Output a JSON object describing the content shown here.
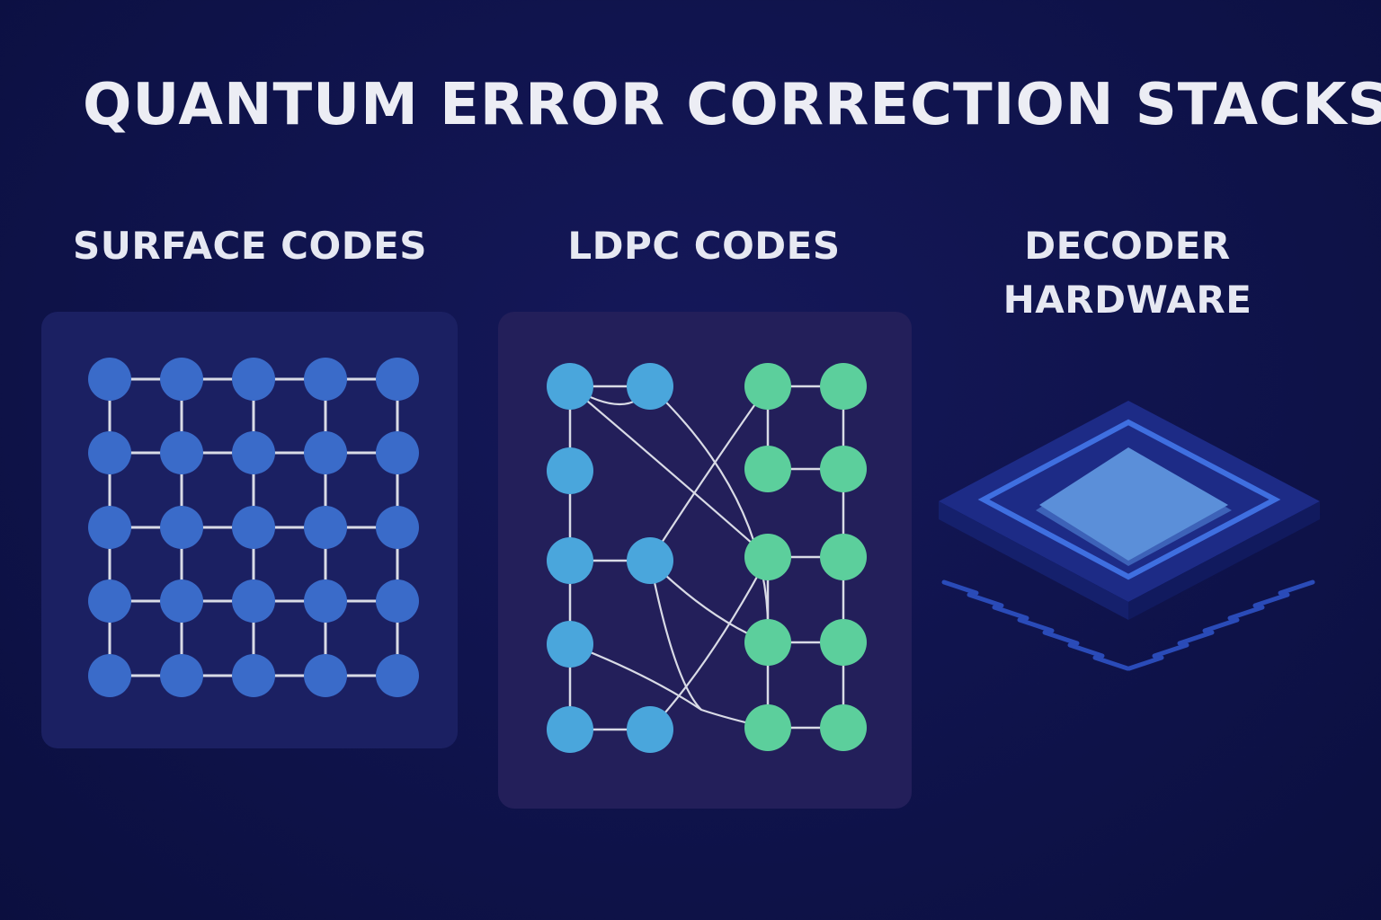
{
  "title": "QUANTUM ERROR CORRECTION STACKS",
  "sections": {
    "surface": {
      "label": "SURFACE CODES"
    },
    "ldpc": {
      "label": "LDPC CODES"
    },
    "decoder": {
      "line1": "DECODER",
      "line2": "HARDWARE"
    }
  },
  "colors": {
    "background": "#0f134b",
    "surface_node": "#3a6bc9",
    "ldpc_blue_node": "#4aa6dc",
    "ldpc_green_node": "#5ccf9c",
    "edge": "#d9dbe6",
    "chip_body": "#1d2b86",
    "chip_ring": "#3f6fe0",
    "chip_core": "#5b8fd9",
    "chip_pins": "#2a4bb8"
  }
}
